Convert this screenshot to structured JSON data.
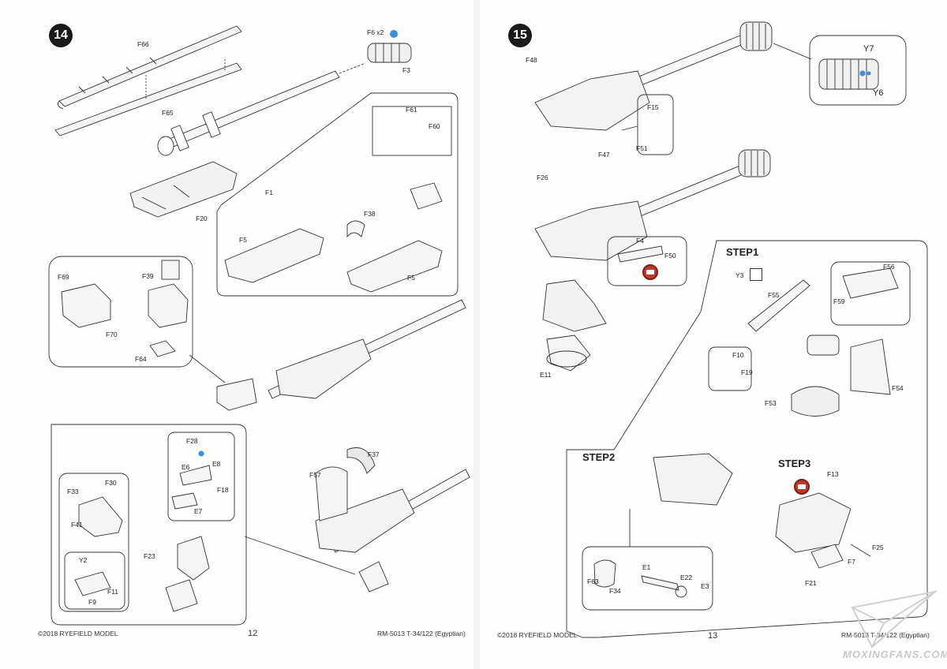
{
  "left_page": {
    "step_number": "14",
    "footer_copyright": "©2018 RYEFIELD MODEL",
    "page_number": "12",
    "footer_kit": "RM-5013 T-34/122 (Egyptian)",
    "labels": {
      "f66": "F66",
      "f65": "F65",
      "f6x2": "F6 x2",
      "f3": "F3",
      "f20": "F20",
      "f1": "F1",
      "f5a": "F5",
      "f61": "F61",
      "f60": "F60",
      "f38": "F38",
      "f5b": "F5",
      "f69": "F69",
      "f39": "F39",
      "f70": "F70",
      "f64": "F64",
      "f28": "F28",
      "e8": "E8",
      "e6": "E6",
      "f18": "F18",
      "e7": "E7",
      "f30": "F30",
      "f33": "F33",
      "f41": "F41",
      "y2": "Y2",
      "f11": "F11",
      "f9": "F9",
      "f23": "F23",
      "f57": "F57",
      "f37": "F37"
    }
  },
  "right_page": {
    "step_number": "15",
    "footer_copyright": "©2018 RYEFIELD MODEL",
    "page_number": "13",
    "footer_kit": "RM-5013 T-34/122 (Egyptian)",
    "step1": "STEP1",
    "step2": "STEP2",
    "step3": "STEP3",
    "labels": {
      "f48": "F48",
      "y7": "Y7",
      "y6": "Y6",
      "f15": "F15",
      "f51": "F51",
      "f47": "F47",
      "f26": "F26",
      "f4": "F4",
      "f50": "F50",
      "e11": "E11",
      "y3": "Y3",
      "f55": "F55",
      "f56": "F56",
      "f59": "F59",
      "f10": "F10",
      "f19": "F19",
      "f53": "F53",
      "f54": "F54",
      "f13": "F13",
      "f25": "F25",
      "f7": "F7",
      "f21": "F21",
      "f63": "F63",
      "e1": "E1",
      "f34": "F34",
      "e22": "E22",
      "e3": "E3"
    }
  },
  "watermark": "MOXINGFANS.COM",
  "colors": {
    "ink": "#222222",
    "highlight": "#3a8fd8",
    "cut_icon": "#c0392b"
  }
}
